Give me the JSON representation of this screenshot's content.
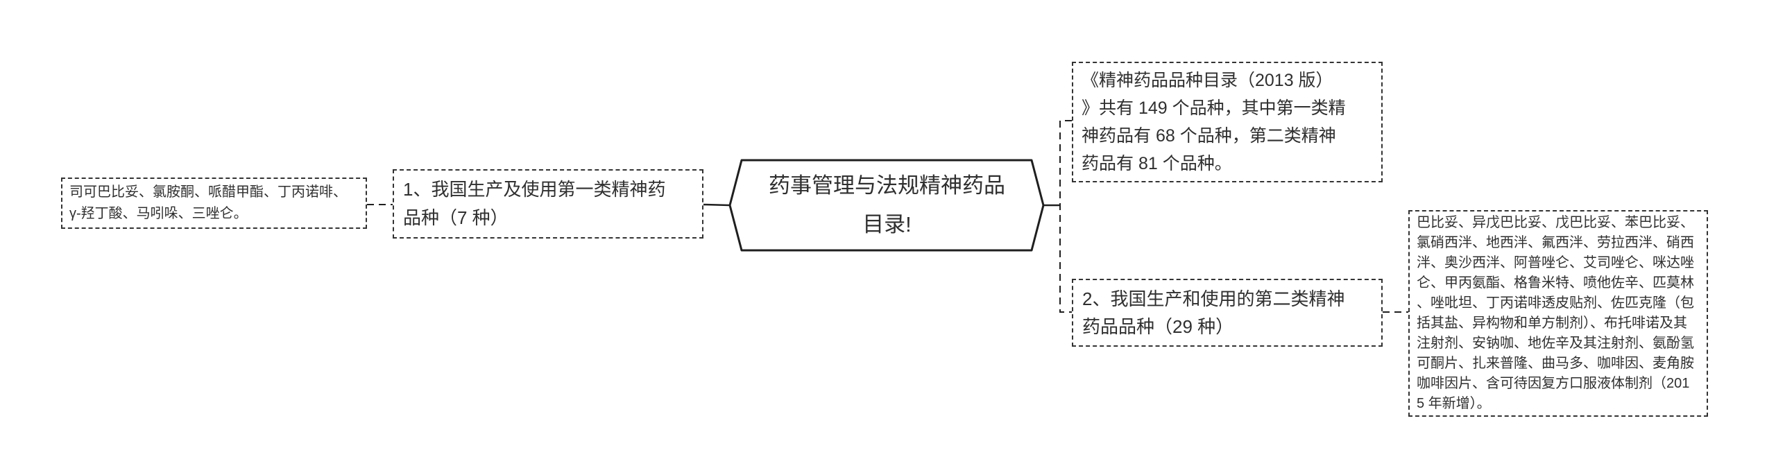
{
  "theme": {
    "background": "#ffffff",
    "text_color": "#2f2f2f",
    "line_color": "#1f1f1f",
    "border_color": "#333333"
  },
  "diagram": {
    "center": {
      "label": "药事管理与法规精神药品\n目录!"
    },
    "left_note": {
      "label": "司可巴比妥、氯胺酮、哌醋甲酯、丁丙诺啡、\nγ-羟丁酸、马吲哚、三唑仑。"
    },
    "topic1": {
      "label": "1、我国生产及使用第一类精神药\n品种（7 种）"
    },
    "branch_summary": {
      "label": "《精神药品品种目录（2013 版）\n》共有 149 个品种，其中第一类精\n神药品有 68 个品种，第二类精神\n药品有 81 个品种。"
    },
    "topic2": {
      "label": "2、我国生产和使用的第二类精神\n药品品种（29 种）"
    },
    "right_note": {
      "label": "巴比妥、异戊巴比妥、戊巴比妥、苯巴比妥、\n氯硝西泮、地西泮、氟西泮、劳拉西泮、硝西\n泮、奥沙西泮、阿普唑仑、艾司唑仑、咪达唑\n仑、甲丙氨酯、格鲁米特、喷他佐辛、匹莫林\n、唑吡坦、丁丙诺啡透皮贴剂、佐匹克隆（包\n括其盐、异构物和单方制剂）、布托啡诺及其\n注射剂、安钠咖、地佐辛及其注射剂、氨酚氢\n可酮片、扎来普隆、曲马多、咖啡因、麦角胺\n咖啡因片、含可待因复方口服液体制剂（201\n5 年新增）。"
    }
  }
}
